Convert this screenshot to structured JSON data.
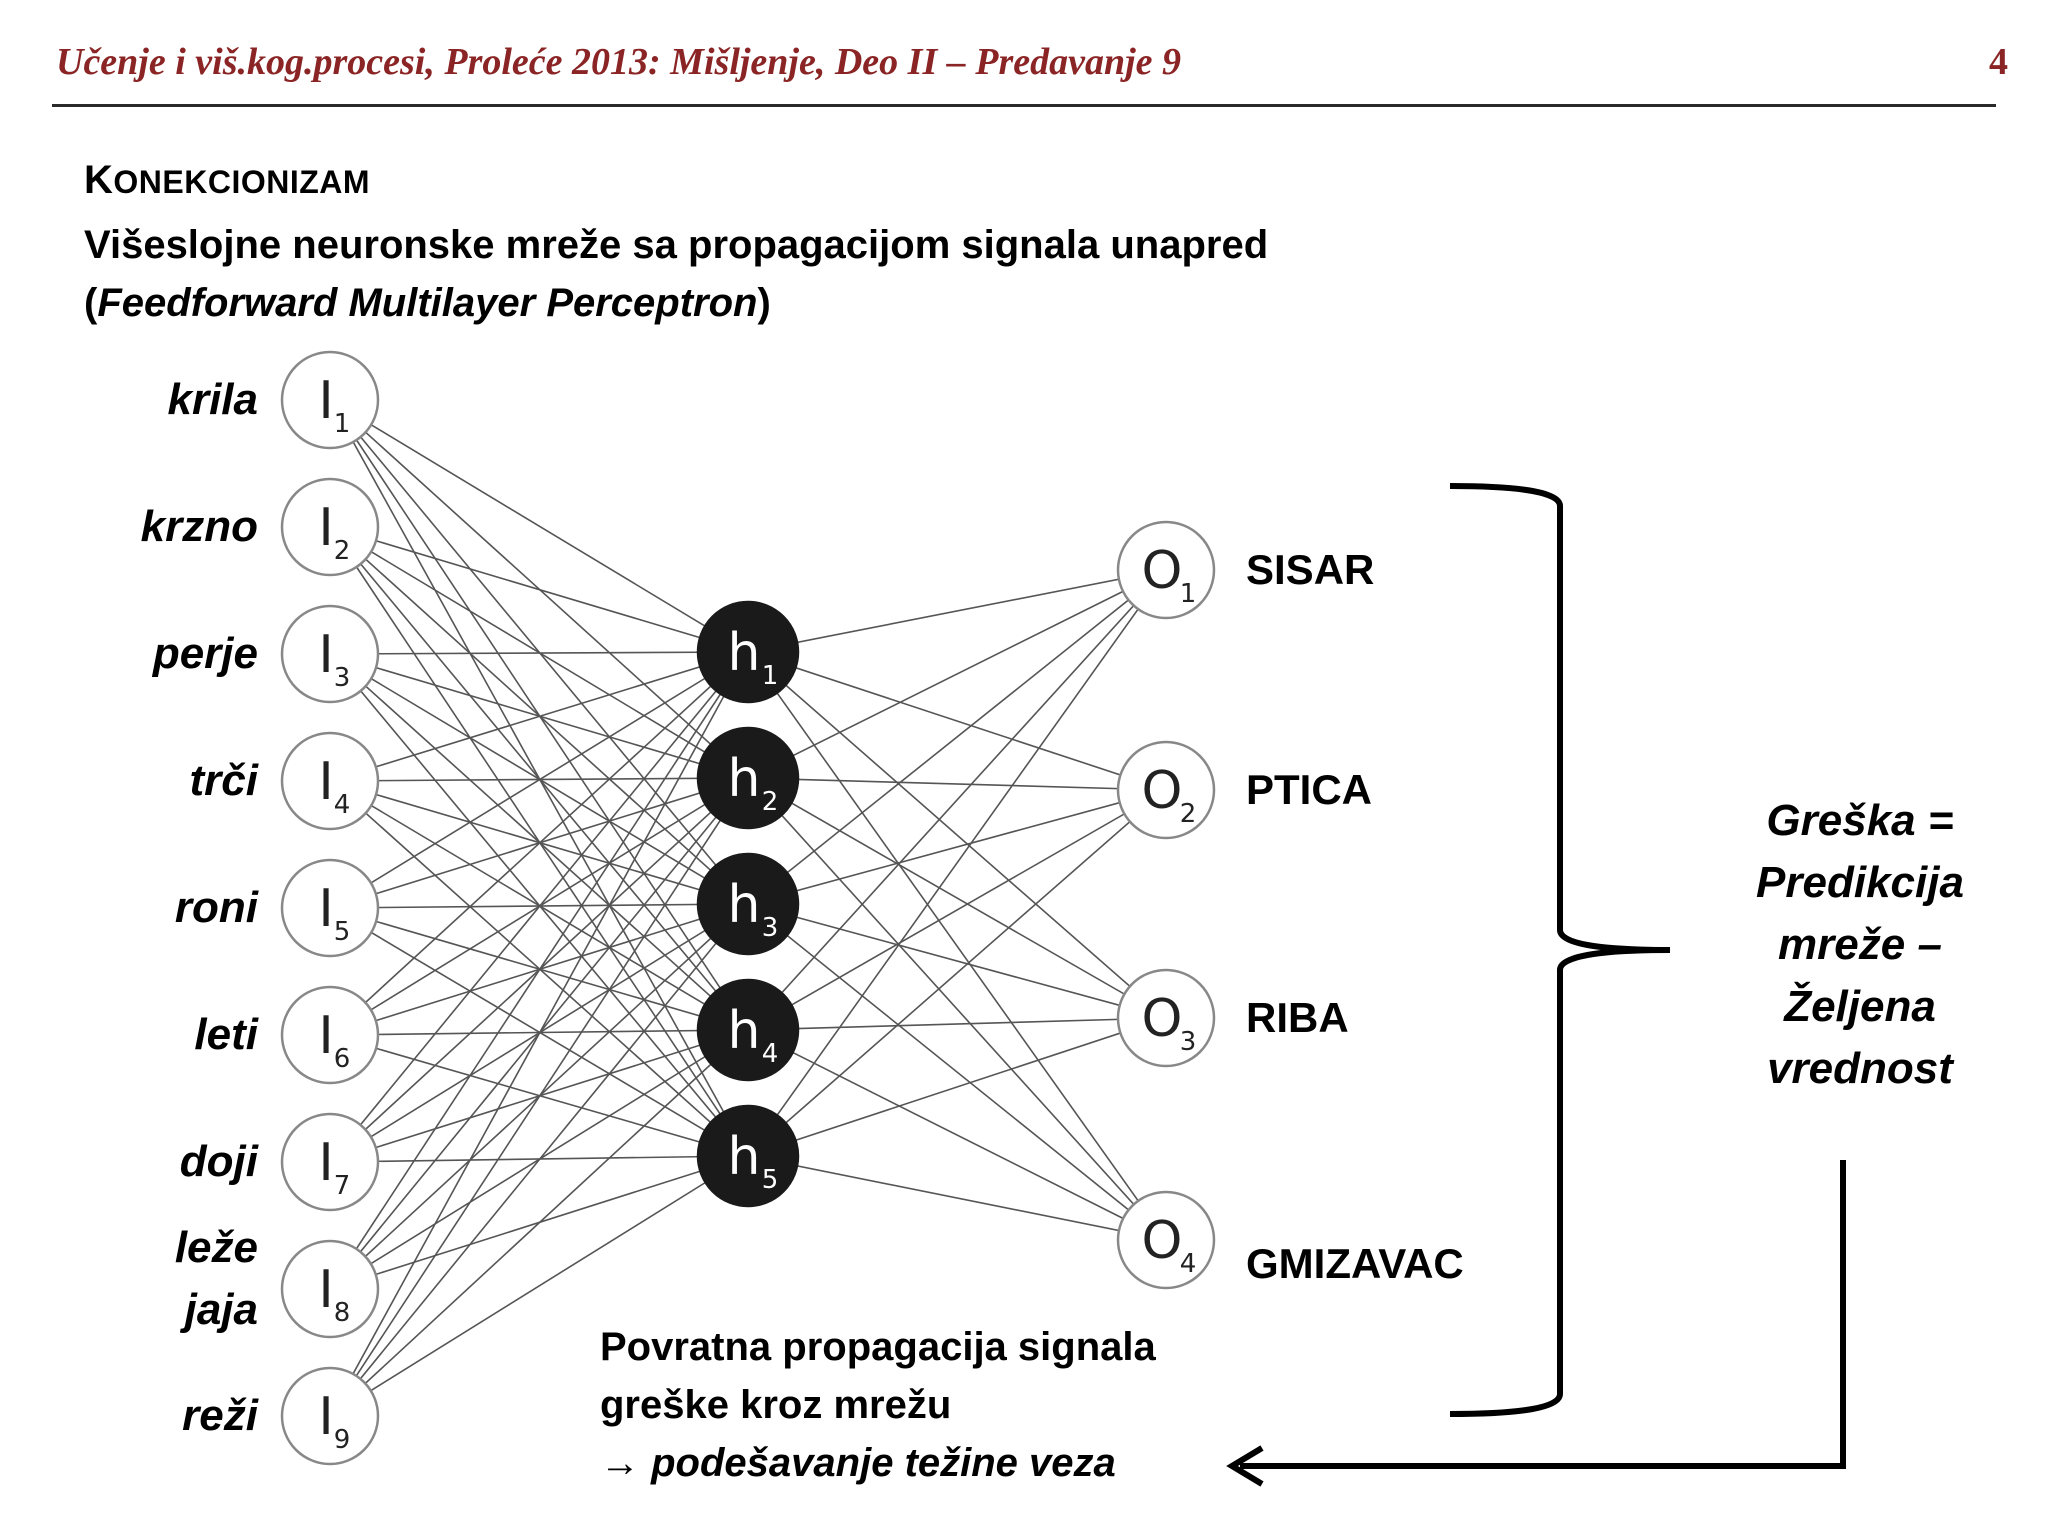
{
  "header": {
    "title": "Učenje i viš.kog.procesi, Proleće 2013: Mišljenje, Deo II – Predavanje 9",
    "page_number": "4"
  },
  "heading": {
    "first_letter": "K",
    "rest": "ONEKCIONIZAM"
  },
  "subtitle": {
    "line1": "Višeslojne neuronske mreže sa propagacijom signala unapred",
    "line2_open": "(",
    "line2_italic": "Feedforward Multilayer Perceptron",
    "line2_close": ")"
  },
  "network": {
    "input_nodes": [
      {
        "letter": "I",
        "sub": "1",
        "label": "krila"
      },
      {
        "letter": "I",
        "sub": "2",
        "label": "krzno"
      },
      {
        "letter": "I",
        "sub": "3",
        "label": "perje"
      },
      {
        "letter": "I",
        "sub": "4",
        "label": "trči"
      },
      {
        "letter": "I",
        "sub": "5",
        "label": "roni"
      },
      {
        "letter": "I",
        "sub": "6",
        "label": "leti"
      },
      {
        "letter": "I",
        "sub": "7",
        "label": "doji"
      },
      {
        "letter": "I",
        "sub": "8",
        "label": "leže jaja"
      },
      {
        "letter": "I",
        "sub": "9",
        "label": "reži"
      }
    ],
    "hidden_nodes": [
      {
        "letter": "h",
        "sub": "1"
      },
      {
        "letter": "h",
        "sub": "2"
      },
      {
        "letter": "h",
        "sub": "3"
      },
      {
        "letter": "h",
        "sub": "4"
      },
      {
        "letter": "h",
        "sub": "5"
      }
    ],
    "output_nodes": [
      {
        "letter": "O",
        "sub": "1",
        "label": "SISAR"
      },
      {
        "letter": "O",
        "sub": "2",
        "label": "PTICA"
      },
      {
        "letter": "O",
        "sub": "3",
        "label": "RIBA"
      },
      {
        "letter": "O",
        "sub": "4",
        "label": "GMIZAVAC"
      }
    ]
  },
  "backprop": {
    "line1": "Povratna propagacija signala",
    "line2": "greške kroz mrežu",
    "arrow": "→",
    "line3": "podešavanje težine veza"
  },
  "error": {
    "line1": "Greška =",
    "line2": "Predikcija",
    "line3": "mreže –",
    "line4": "Željena",
    "line5": "vrednost"
  },
  "colors": {
    "header": "#8b2525",
    "hidden_node_fill": "#1a1a1a",
    "connection": "#555555"
  }
}
